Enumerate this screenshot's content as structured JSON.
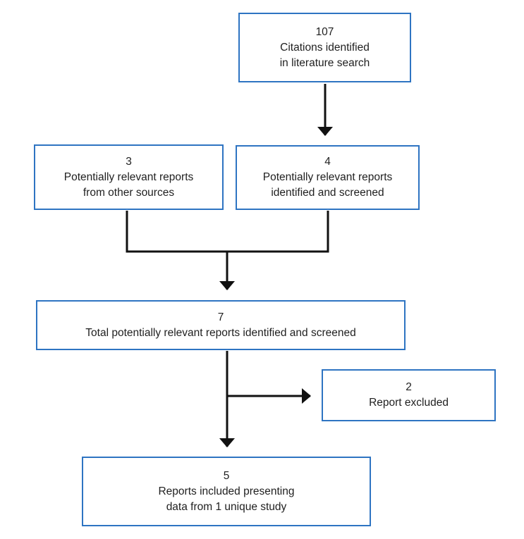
{
  "figure": {
    "type": "flowchart",
    "description": "Literature search / study selection flow diagram",
    "colors": {
      "box_border": "#2e74c2",
      "connector": "#111111",
      "text": "#1f1f1f",
      "background": "#ffffff"
    },
    "boxes": [
      {
        "id": "citations",
        "value": "107",
        "label": "Citations identified\nin literature search"
      },
      {
        "id": "other-sources",
        "value": "3",
        "label": "Potentially relevant reports\nfrom other sources"
      },
      {
        "id": "screened",
        "value": "4",
        "label": "Potentially relevant reports\nidentified and screened"
      },
      {
        "id": "total",
        "value": "7",
        "label": "Total potentially relevant reports identified and screened"
      },
      {
        "id": "excluded",
        "value": "2",
        "label": "Report excluded"
      },
      {
        "id": "included",
        "value": "5",
        "label": "Reports included presenting\ndata from 1 unique study"
      }
    ],
    "edges": [
      {
        "from": "citations",
        "to": "screened",
        "style": "arrow-down"
      },
      {
        "from": "other-sources",
        "to": "total",
        "style": "merge-then-arrow-down"
      },
      {
        "from": "screened",
        "to": "total",
        "style": "merge-then-arrow-down"
      },
      {
        "from": "total",
        "to": "excluded",
        "style": "arrow-right-branch"
      },
      {
        "from": "total",
        "to": "included",
        "style": "arrow-down"
      }
    ]
  }
}
